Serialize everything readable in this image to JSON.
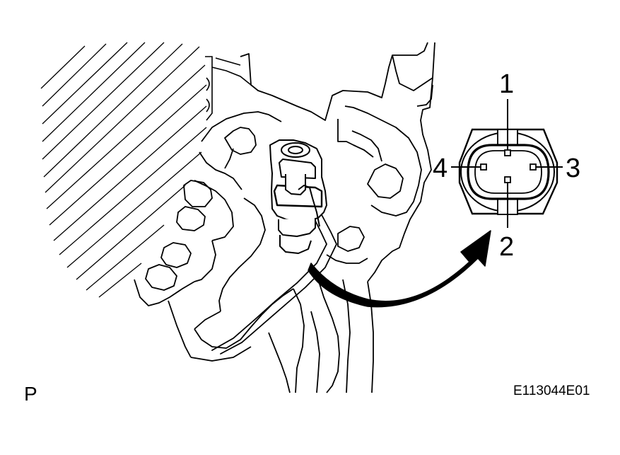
{
  "pin_labels": {
    "pin1": "1",
    "pin2": "2",
    "pin3": "3",
    "pin4": "4"
  },
  "view_letter": "P",
  "figure_code": "E113044E01",
  "colors": {
    "ink": "#000000",
    "paper": "#ffffff"
  }
}
